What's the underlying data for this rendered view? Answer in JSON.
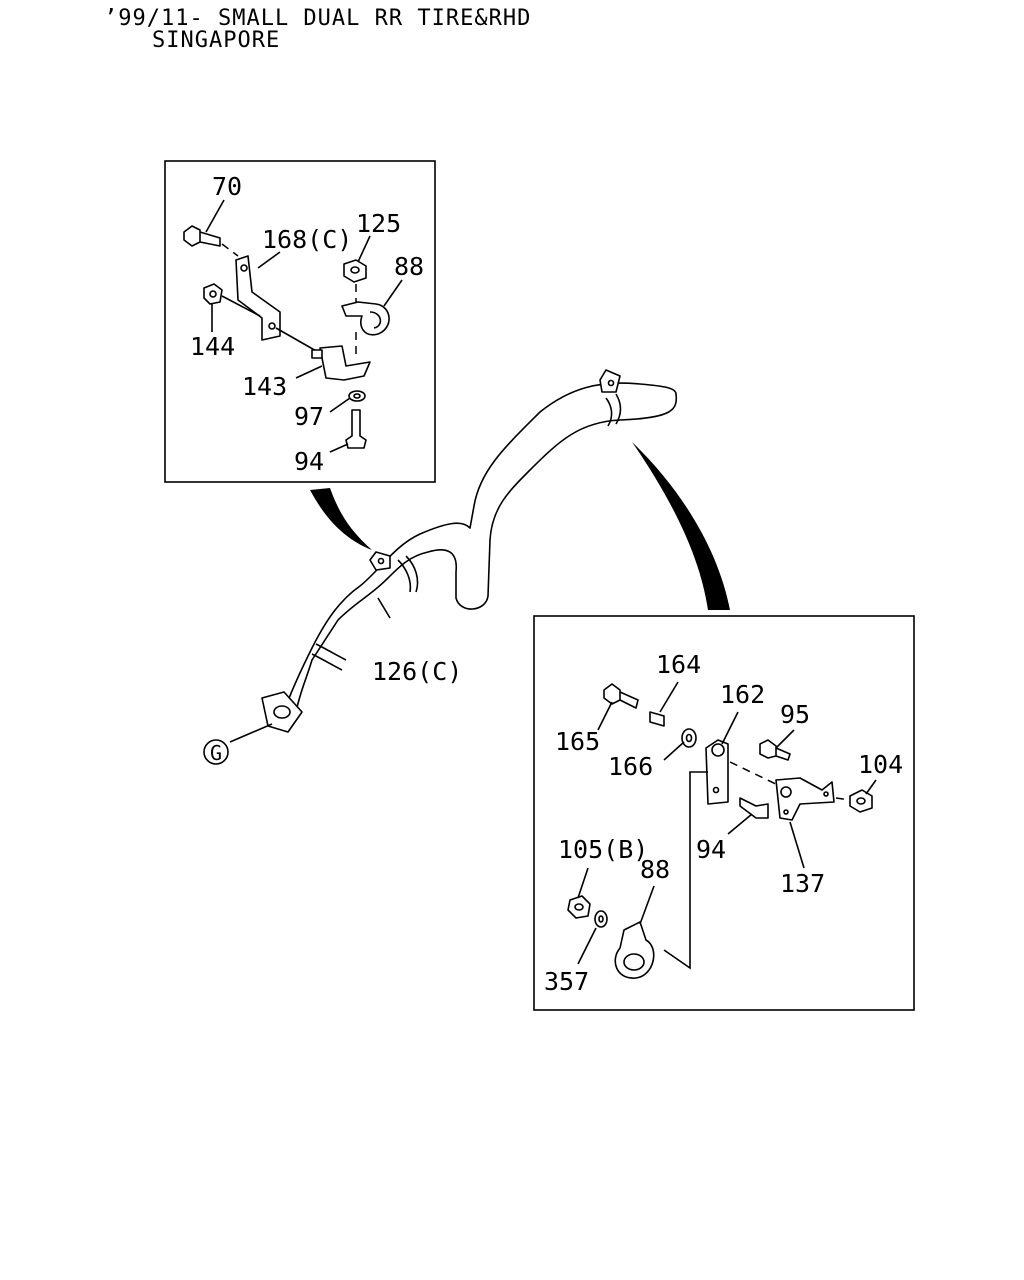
{
  "header": {
    "line1": "’99/11- SMALL DUAL RR TIRE&RHD",
    "line2": "SINGAPORE"
  },
  "callouts": {
    "c70": "70",
    "c168c": "168(C)",
    "c125": "125",
    "c88_top": "88",
    "c144": "144",
    "c143": "143",
    "c97": "97",
    "c94_top": "94",
    "c126c": "126(C)",
    "g_marker": "G",
    "c164": "164",
    "c162": "162",
    "c95": "95",
    "c165": "165",
    "c166": "166",
    "c104": "104",
    "c94_bot": "94",
    "c105b": "105(B)",
    "c88_bot": "88",
    "c137": "137",
    "c357": "357"
  }
}
